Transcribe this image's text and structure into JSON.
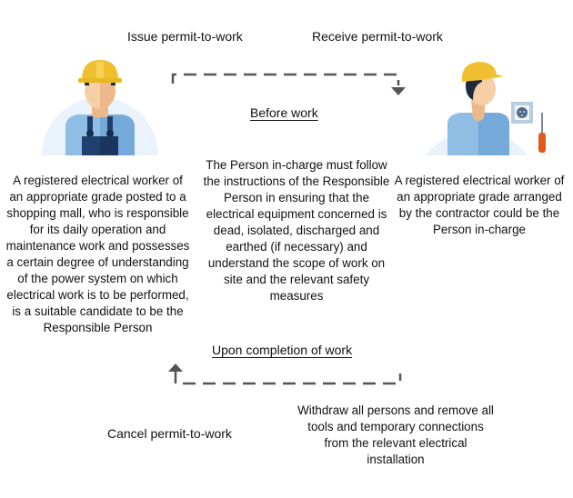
{
  "diagram": {
    "top_labels": {
      "issue": "Issue permit-to-work",
      "receive": "Receive permit-to-work"
    },
    "phases": {
      "before": "Before work",
      "after": "Upon completion of work"
    },
    "left_actor": {
      "icon": "worker-with-overalls-icon",
      "description": "A registered electrical worker of an appropriate grade posted to a shopping mall, who is responsible for its daily operation and maintenance work and possesses a certain degree of understanding of the power system on which electrical work is to be performed, is a suitable candidate to be the Responsible Person"
    },
    "right_actor": {
      "icon": "worker-with-socket-and-screwdriver-icon",
      "description": "A registered electrical worker of an appropriate grade arranged by the contractor could be the Person in-charge"
    },
    "center_text": "The Person in-charge must follow the instructions of the Responsible Person in ensuring that the electrical equipment concerned is dead, isolated, discharged and earthed (if necessary) and understand the scope of work on site and the relevant safety measures",
    "bottom_labels": {
      "cancel": "Cancel permit-to-work",
      "withdraw": "Withdraw all persons and remove all tools and temporary connections from the relevant electrical installation"
    },
    "colors": {
      "arrow": "#555555",
      "helmet": "#f0c030",
      "shirt_light": "#8fbde4",
      "shirt_dark": "#6fa3d6",
      "overalls": "#1f3f6e",
      "skin": "#f6cfa5",
      "halo": "#eaf3fb",
      "screwdriver": "#e05a1e"
    }
  }
}
